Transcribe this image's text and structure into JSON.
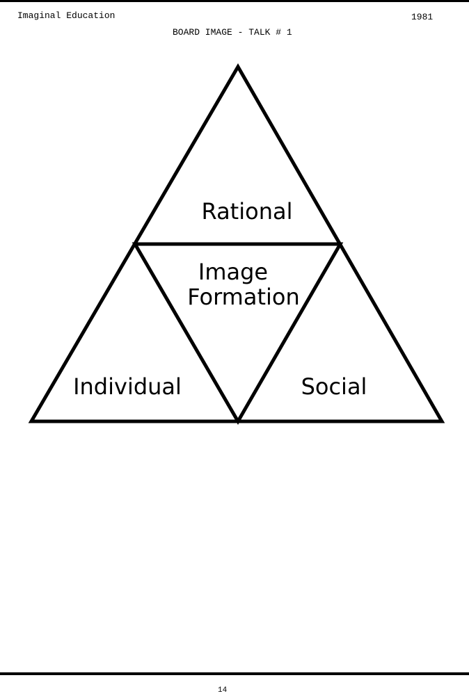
{
  "header": {
    "org": "Imaginal Education",
    "year": "1981",
    "title": "BOARD IMAGE - TALK # 1"
  },
  "diagram": {
    "top": "Rational",
    "center_line1": "Image",
    "center_line2": "Formation",
    "left": "Individual",
    "right": "Social"
  },
  "footer": {
    "page_number": "14"
  }
}
